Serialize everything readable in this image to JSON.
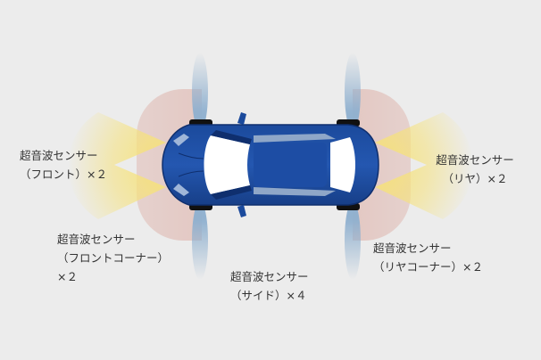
{
  "colors": {
    "background": "#ececec",
    "car_body": "#1e4fa3",
    "car_body_dark": "#0f2f6e",
    "front_beam": "#f6e27a",
    "corner_zone": "#e3c8c3",
    "side_beam": "#8fb0cf",
    "text": "#333333"
  },
  "labels": {
    "front": "超音波センサー\n（フロント）×２",
    "rear": "超音波センサー\n（リヤ）×２",
    "front_corner": "超音波センサー\n（フロントコーナー）\n×２",
    "rear_corner": "超音波センサー\n（リヤコーナー）×２",
    "side": "超音波センサー\n（サイド）×４"
  }
}
